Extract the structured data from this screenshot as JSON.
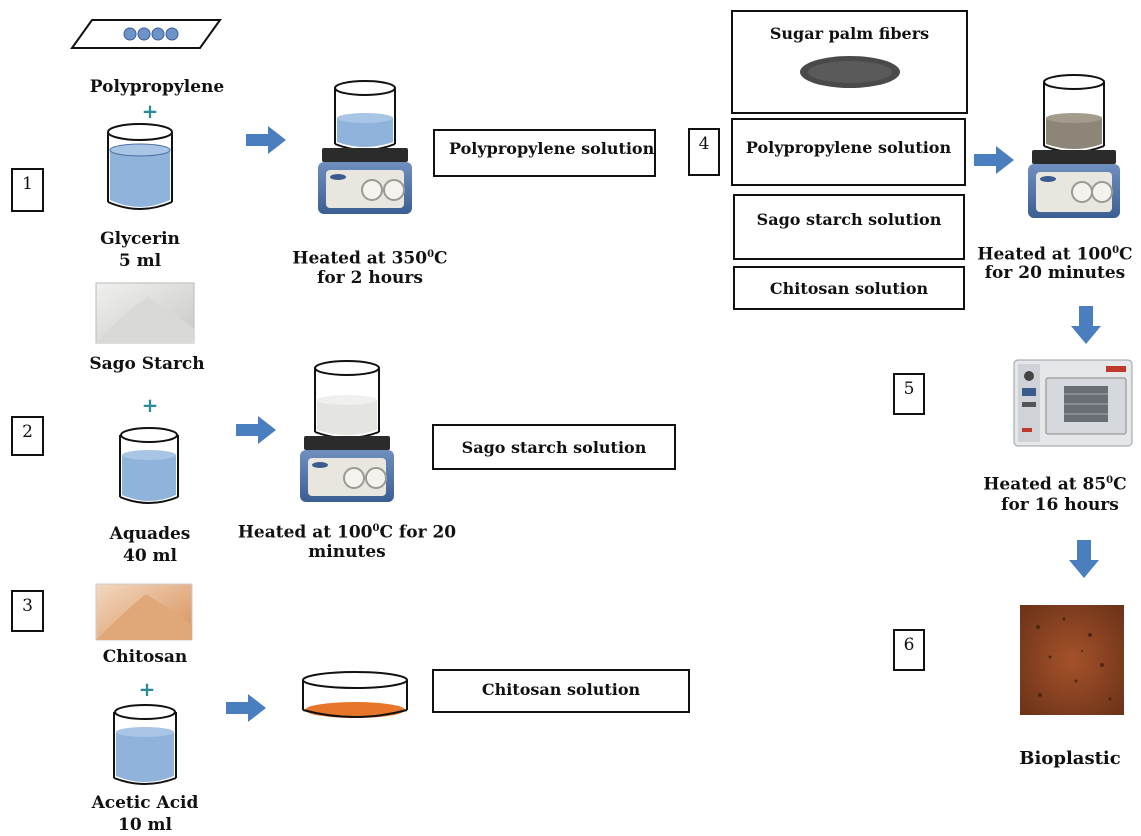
{
  "materials": {
    "polypropylene": "Polypropylene",
    "glycerin": "Glycerin",
    "glycerin_amount": "5 ml",
    "sago_starch": "Sago Starch",
    "aquades": "Aquades",
    "aquades_amount": "40 ml",
    "chitosan": "Chitosan",
    "acetic_acid": "Acetic Acid",
    "acetic_amount": "10 ml"
  },
  "steps": [
    "1",
    "2",
    "3",
    "4",
    "5",
    "6"
  ],
  "boxes": {
    "pp_solution": "Polypropylene solution",
    "sago_solution": "Sago starch solution",
    "chitosan_solution": "Chitosan solution",
    "sugar_palm": "Sugar palm fibers",
    "pp_solution_2": "Polypropylene solution",
    "sago_solution_2": "Sago starch solution",
    "chitosan_solution_2": "Chitosan solution"
  },
  "conditions": {
    "step1_line1": "Heated at 350",
    "step1_sup": "0",
    "step1_line1_end": "C",
    "step1_line2": "for 2 hours",
    "step2_line1": "Heated at 100",
    "step2_sup": "0",
    "step2_line1_end": "C for 20",
    "step2_line2": "minutes",
    "step4_line1": "Heated at 100",
    "step4_sup": "0",
    "step4_line1_end": "C",
    "step4_line2": "for 20 minutes",
    "step5_line1": "Heated at  85",
    "step5_sup": "0",
    "step5_line1_end": "C",
    "step5_line2": "for 16 hours"
  },
  "plus": "+",
  "result": "Bioplastic",
  "colors": {
    "arrow": "#4472c4",
    "liquid": "#8fb3da",
    "plus": "#2a8a9a",
    "chitosan_dish": "#e8762a"
  }
}
